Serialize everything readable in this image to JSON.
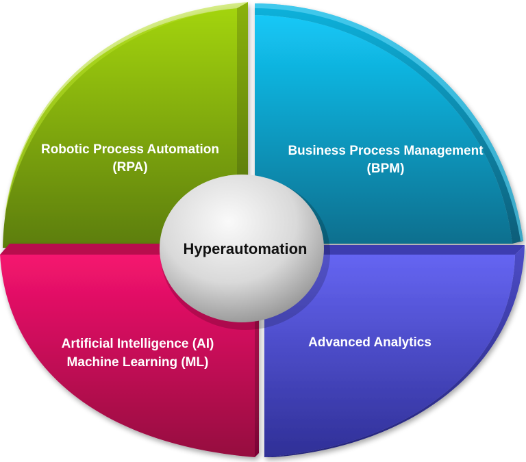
{
  "center": {
    "label": "Hyperautomation"
  },
  "quadrants": [
    {
      "id": "rpa",
      "line1": "Robotic Process Automation",
      "line2": "(RPA)",
      "color": "#8fbd0a"
    },
    {
      "id": "bpm",
      "line1": "Business Process Management",
      "line2": "(BPM)",
      "color": "#1aa0d0"
    },
    {
      "id": "ai-ml",
      "line1": "Artificial Intelligence (AI)",
      "line2": "Machine Learning (ML)",
      "color": "#d60a5c"
    },
    {
      "id": "analytics",
      "line1": "Advanced Analytics",
      "color": "#5c5ce8"
    }
  ]
}
